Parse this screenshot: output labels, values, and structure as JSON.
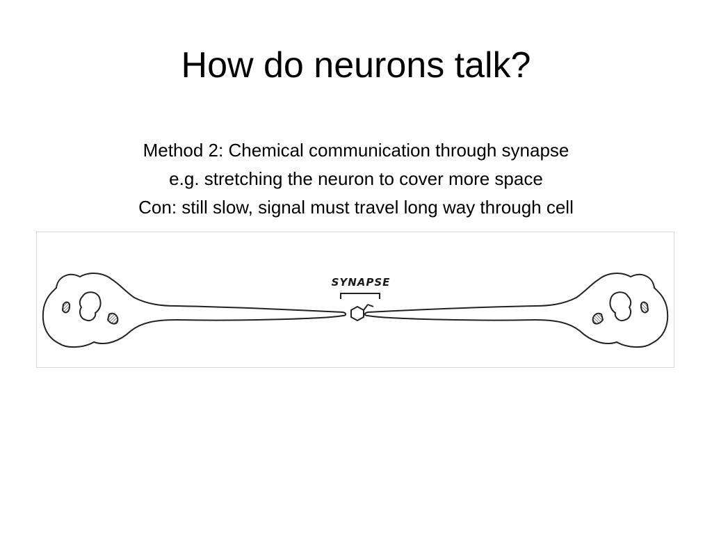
{
  "slide": {
    "title": "How do neurons talk?",
    "lines": [
      "Method 2: Chemical communication through synapse",
      "e.g. stretching the neuron to cover more space",
      "Con: still slow, signal must travel long way through cell"
    ]
  },
  "figure": {
    "synapse_label": "SYNAPSE",
    "colors": {
      "outline": "#222222",
      "border": "#d8d8d8",
      "shading": "#555555"
    }
  }
}
